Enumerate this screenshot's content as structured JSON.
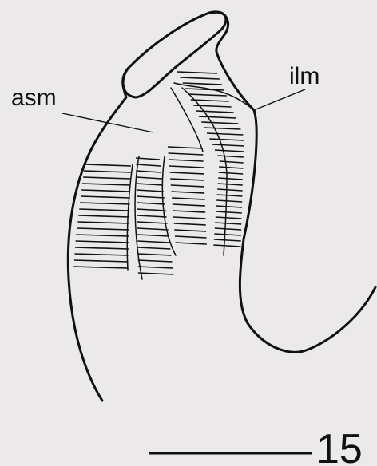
{
  "labels": {
    "asm": "asm",
    "ilm": "ilm",
    "figure_number": "15"
  },
  "colors": {
    "background": "#ebe9ea",
    "ink": "#111111"
  }
}
